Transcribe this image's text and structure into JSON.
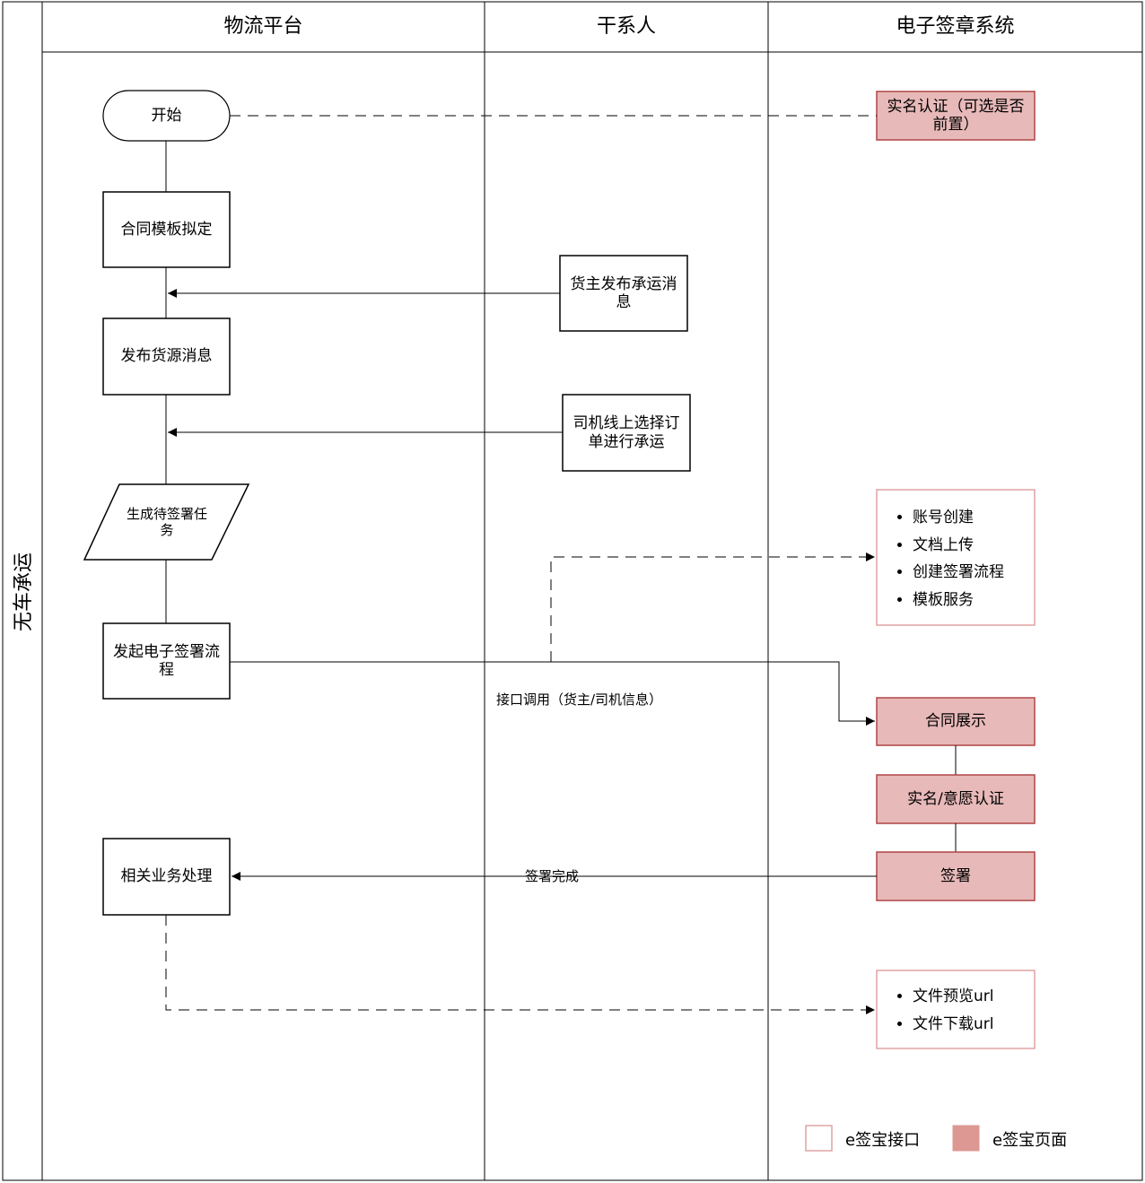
{
  "pool": {
    "title": "无车承运"
  },
  "lanes": [
    "物流平台",
    "干系人",
    "电子签章系统"
  ],
  "nodes": {
    "start": "开始",
    "contract_template": "合同模板拟定",
    "shipper_publish": "货主发布承运消息",
    "publish_source": "发布货源消息",
    "driver_select": "司机线上选择订单进行承运",
    "gen_task": "生成待签署任务",
    "init_flow": "发起电子签署流程",
    "business": "相关业务处理",
    "realname_optional": "实名认证（可选是否前置）",
    "contract_show": "合同展示",
    "realname_will": "实名/意愿认证",
    "sign": "签署"
  },
  "api_list_1": [
    "账号创建",
    "文档上传",
    "创建签署流程",
    "模板服务"
  ],
  "api_list_2": [
    "文件预览url",
    "文件下载url"
  ],
  "edge_labels": {
    "api_call": "接口调用（货主/司机信息）",
    "sign_done": "签署完成"
  },
  "legend": {
    "api": "e签宝接口",
    "page": "e签宝页面"
  },
  "colors": {
    "page_fill": "#e8b9b9",
    "page_border": "#b04545",
    "api_border": "#e0a3a3",
    "legend_page_fill": "#dd9893"
  }
}
